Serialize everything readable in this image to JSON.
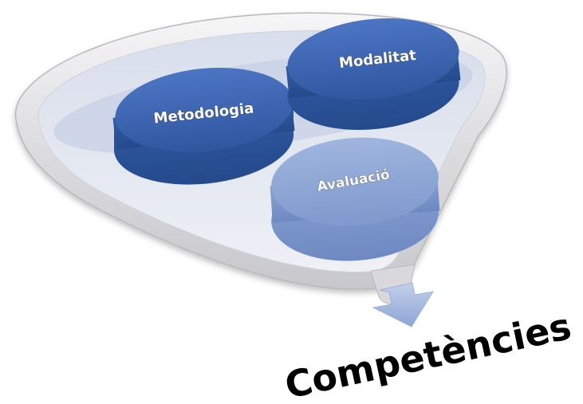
{
  "diagram": {
    "inputs": [
      {
        "id": "metodologia",
        "label": "Metodologia",
        "color": "#3f66b4"
      },
      {
        "id": "modalitat",
        "label": "Modalitat",
        "color": "#3f66b4"
      },
      {
        "id": "avaluacio",
        "label": "Avaluació",
        "color": "#8aa3d3"
      }
    ],
    "output": {
      "label": "Competències"
    },
    "colors": {
      "funnel_rim": "#e4e4e6",
      "funnel_inner": "#c9d2e6",
      "arrow": "#a9bbdd",
      "text": "#000000"
    }
  }
}
